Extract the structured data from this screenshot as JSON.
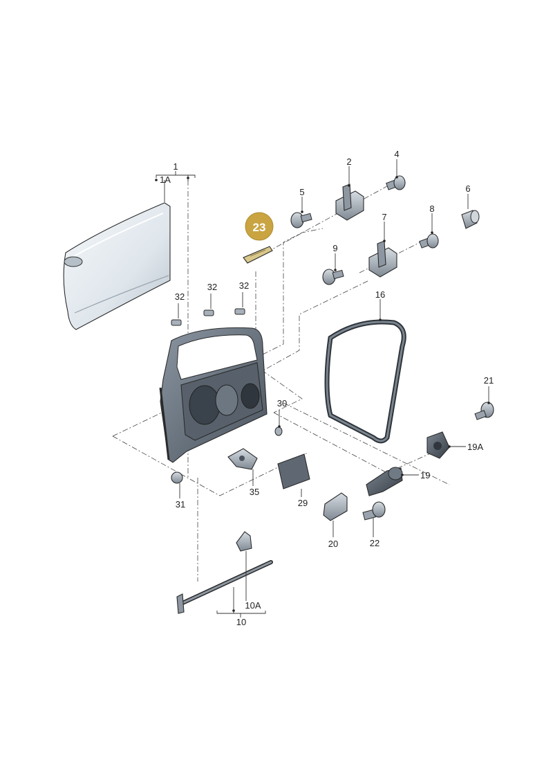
{
  "highlight": {
    "label": "23",
    "color": "#c9a441"
  },
  "callouts": {
    "p1": "1",
    "p1a": "1A",
    "p2": "2",
    "p4": "4",
    "p5": "5",
    "p6": "6",
    "p7": "7",
    "p8": "8",
    "p9": "9",
    "p10": "10",
    "p10a": "10A",
    "p16": "16",
    "p19": "19",
    "p19a": "19A",
    "p20": "20",
    "p21": "21",
    "p22": "22",
    "p29": "29",
    "p30": "30",
    "p31": "31",
    "p32a": "32",
    "p32b": "32",
    "p32c": "32",
    "p35": "35"
  },
  "colors": {
    "door_frame": "#6b7683",
    "door_frame_dark": "#3f4852",
    "panel_light": "#e9eef2",
    "panel_mid": "#c5ced6",
    "part_grey": "#9aa3ad",
    "part_dark": "#4b545e"
  }
}
